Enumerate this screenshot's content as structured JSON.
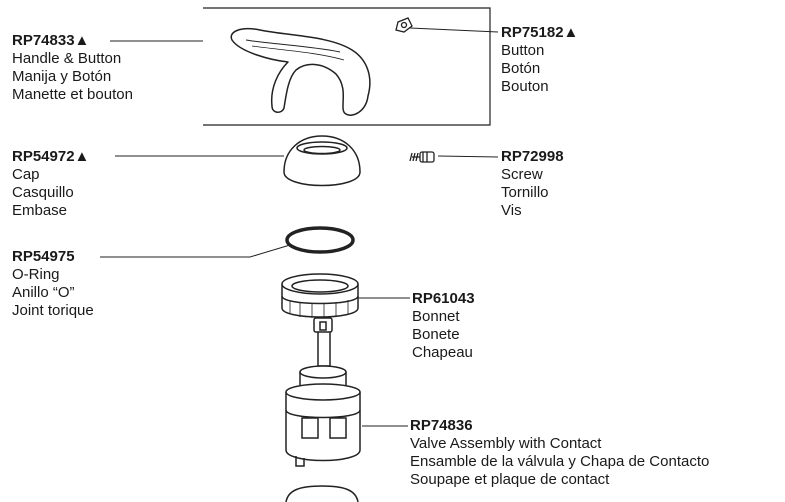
{
  "parts": [
    {
      "id": "rp74833",
      "part_number": "RP74833▲",
      "lines": [
        "Handle & Button",
        "Manija y Botón",
        "Manette et bouton"
      ]
    },
    {
      "id": "rp75182",
      "part_number": "RP75182▲",
      "lines": [
        "Button",
        "Botón",
        "Bouton"
      ]
    },
    {
      "id": "rp54972",
      "part_number": "RP54972▲",
      "lines": [
        "Cap",
        "Casquillo",
        "Embase"
      ]
    },
    {
      "id": "rp72998",
      "part_number": "RP72998",
      "lines": [
        "Screw",
        "Tornillo",
        "Vis"
      ]
    },
    {
      "id": "rp54975",
      "part_number": "RP54975",
      "lines": [
        "O-Ring",
        "Anillo “O”",
        "Joint torique"
      ]
    },
    {
      "id": "rp61043",
      "part_number": "RP61043",
      "lines": [
        "Bonnet",
        "Bonete",
        "Chapeau"
      ]
    },
    {
      "id": "rp74836",
      "part_number": "RP74836",
      "lines": [
        "Valve Assembly with Contact",
        "Ensamble de la válvula y Chapa de Contacto",
        "Soupape et plaque de contact"
      ]
    }
  ]
}
